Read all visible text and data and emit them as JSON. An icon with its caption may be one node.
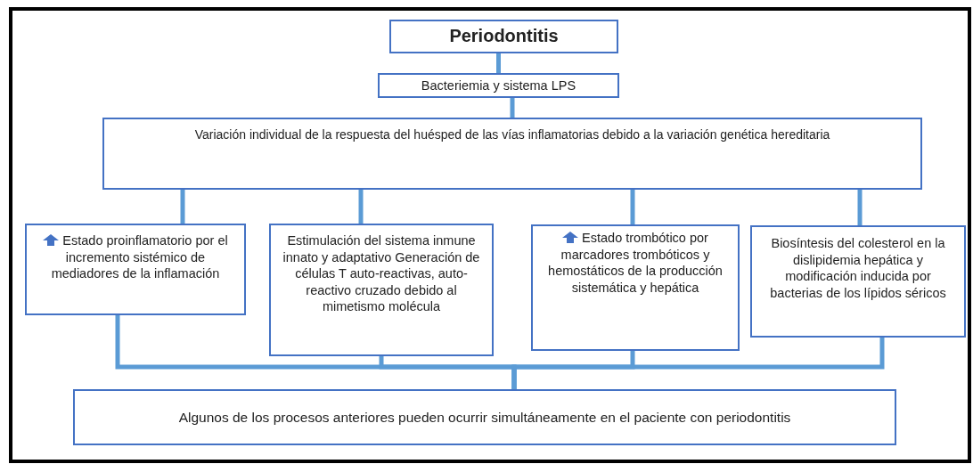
{
  "diagram": {
    "nodes": [
      {
        "text": [
          "Periodontitis"
        ]
      },
      {
        "text": [
          "Bacteriemia y sistema LPS"
        ]
      },
      {
        "text": [
          "Variación individual de la respuesta del huésped de las vías inflamatorias debido a la variación genética hereditaria"
        ]
      },
      {
        "text": [
          "Estado proinflamatorio por el incremento sistémico de mediadores de la inflamación"
        ]
      },
      {
        "text": [
          "Estimulación del sistema inmune innato y adaptativo Generación de células T auto-reactivas, auto-reactivo cruzado debido al mimetismo molécula"
        ]
      },
      {
        "text": [
          "Estado trombótico por marcadores trombóticos y hemostáticos de la producción sistemática y hepática"
        ]
      },
      {
        "text": [
          "Biosíntesis del colesterol en la dislipidemia hepática y modificación inducida por bacterias de los lípidos séricos"
        ]
      },
      {
        "text": [
          "Algunos de los procesos anteriores pueden ocurrir simultáneamente en el paciente con periodontitis"
        ]
      }
    ],
    "edges": [
      {
        "from": 0,
        "to": 1,
        "arrow": "none"
      },
      {
        "from": 1,
        "to": 2,
        "arrow": "none"
      },
      {
        "from": 2,
        "to": 3,
        "arrow": "none"
      },
      {
        "from": 2,
        "to": 4,
        "arrow": "none"
      },
      {
        "from": 2,
        "to": 5,
        "arrow": "none"
      },
      {
        "from": 2,
        "to": 6,
        "arrow": "none"
      },
      {
        "from": 3,
        "to": 7,
        "arrow": "none"
      },
      {
        "from": 4,
        "to": 7,
        "arrow": "none"
      },
      {
        "from": 5,
        "to": 7,
        "arrow": "none"
      },
      {
        "from": 6,
        "to": 7,
        "arrow": "none"
      }
    ]
  }
}
